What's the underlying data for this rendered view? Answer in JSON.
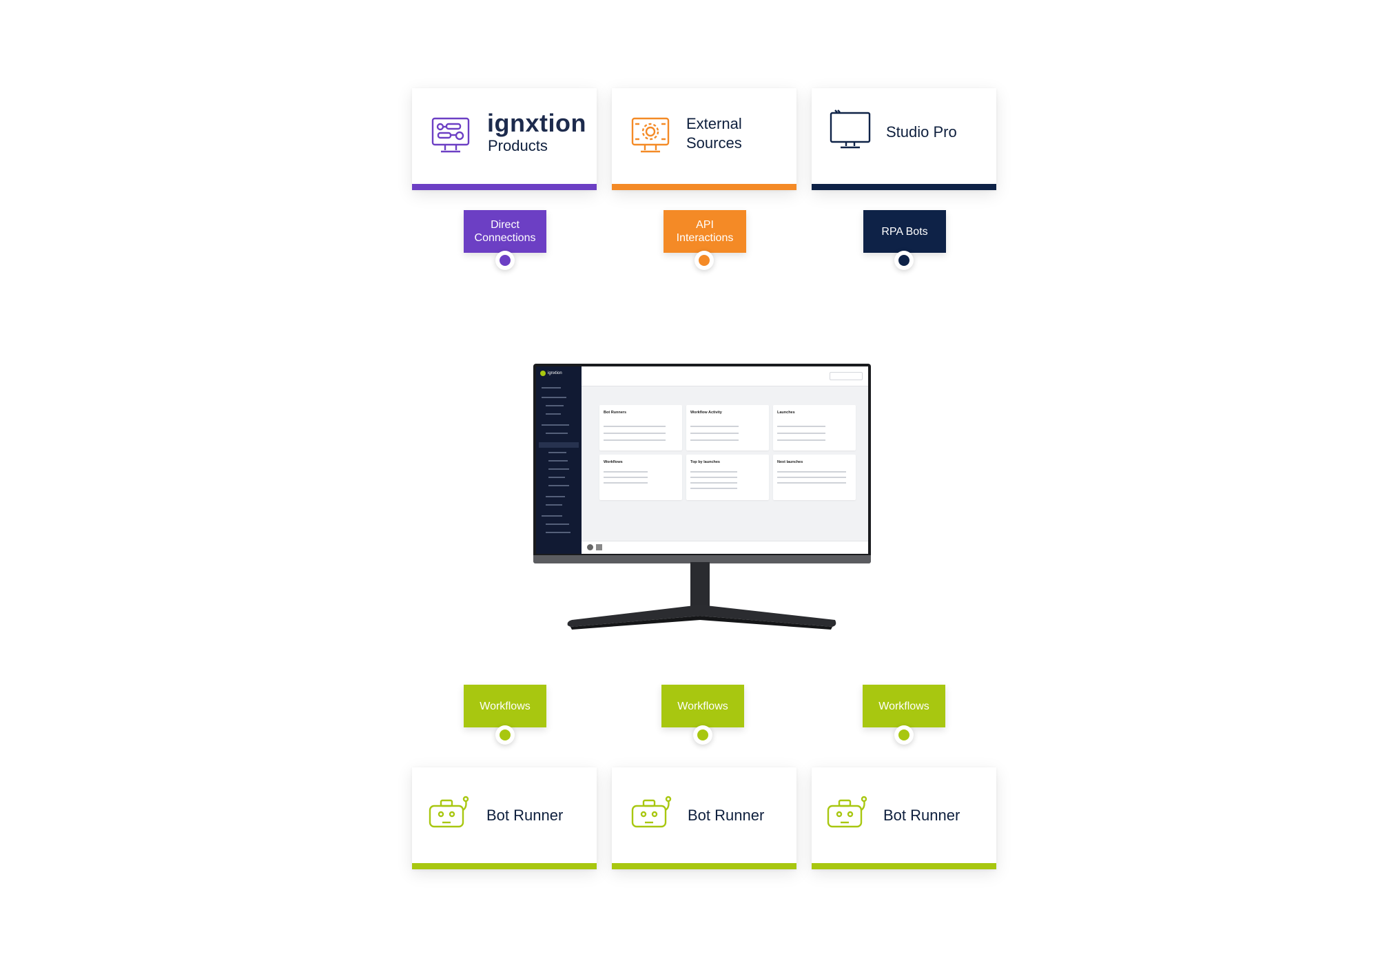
{
  "sources": [
    {
      "logo": "ignxtion",
      "label": "Products",
      "accent": "#6c3fc4",
      "icon": "monitor-workflow-icon"
    },
    {
      "label_line1": "External",
      "label_line2": "Sources",
      "accent": "#f48a26",
      "icon": "monitor-gear-icon"
    },
    {
      "label": "Studio Pro",
      "accent": "#0e2247",
      "icon": "monitor-icon"
    }
  ],
  "connectors_top": [
    {
      "line1": "Direct",
      "line2": "Connections",
      "color": "#6c3fc4"
    },
    {
      "line1": "API",
      "line2": "Interactions",
      "color": "#f48a26"
    },
    {
      "line1": "RPA Bots",
      "line2": "",
      "color": "#0e2247"
    }
  ],
  "connectors_bottom": [
    {
      "label": "Workflows",
      "color": "#a8c710"
    },
    {
      "label": "Workflows",
      "color": "#a8c710"
    },
    {
      "label": "Workflows",
      "color": "#a8c710"
    }
  ],
  "runners": [
    {
      "label": "Bot Runner",
      "accent": "#a8c710",
      "icon": "robot-icon"
    },
    {
      "label": "Bot Runner",
      "accent": "#a8c710",
      "icon": "robot-icon"
    },
    {
      "label": "Bot Runner",
      "accent": "#a8c710",
      "icon": "robot-icon"
    }
  ],
  "screen": {
    "brand": "ignxtion",
    "cards": [
      "Bot Runners",
      "Workflow Activity",
      "Launches",
      "Workflows",
      "Top by launches",
      "Next launches"
    ]
  }
}
